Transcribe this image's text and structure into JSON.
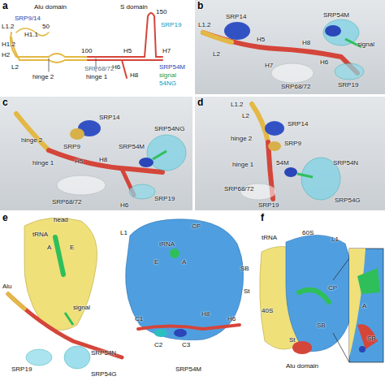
{
  "diagram": {
    "labels": [
      "a",
      "Alu domain",
      "S domain",
      "L1.2",
      "SRP9/14",
      "H1.1",
      "50",
      "H1.2",
      "H2",
      "L2",
      "hinge 2",
      "hinge 1",
      "100",
      "150",
      "SRP19",
      "H5",
      "H7",
      "H6",
      "H8",
      "SRP68/72",
      "SRP54M",
      "signal",
      "54NG",
      "b",
      "SRP14",
      "L1.2",
      "L2",
      "H5",
      "H8",
      "SRP54M",
      "signal",
      "H7",
      "H6",
      "SRP19",
      "SRP68/72",
      "c",
      "SRP14",
      "SRP9",
      "hinge 2",
      "hinge 1",
      "H5",
      "H8",
      "SRP54M",
      "SRP54NG",
      "SRP19",
      "SRP68/72",
      "H6",
      "d",
      "L1.2",
      "L2",
      "SRP14",
      "SRP9",
      "hinge 2",
      "hinge 1",
      "54M",
      "SRP54N",
      "SRP54G",
      "SRP68/72",
      "SRP19",
      "e",
      "head",
      "tRNA",
      "A",
      "E",
      "Alu",
      "signal",
      "SRP19",
      "SRP54N",
      "SRP54G",
      "L1",
      "CP",
      "tRNA",
      "E",
      "A",
      "SB",
      "St",
      "C1",
      "C2",
      "C3",
      "H8",
      "H6",
      "SRP54M",
      "f",
      "tRNA",
      "60S",
      "L1",
      "CP",
      "40S",
      "SB",
      "St",
      "Alu domain",
      "A",
      "SB"
    ]
  }
}
